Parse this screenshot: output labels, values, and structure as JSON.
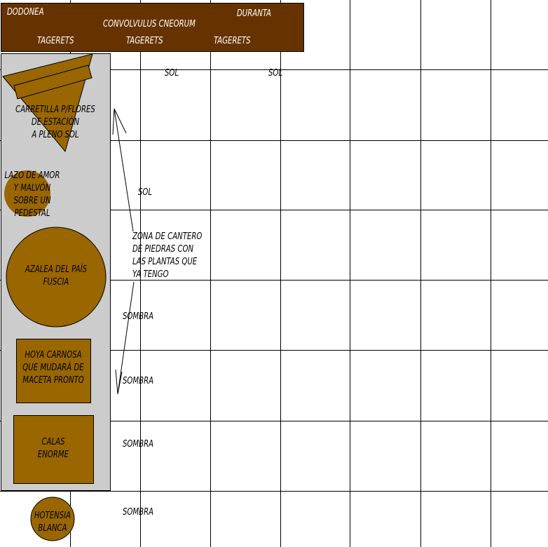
{
  "colors": {
    "header_fill": "#663300",
    "plant_fill": "#996600",
    "panel_fill": "#cccccc",
    "grid_stroke": "#000000",
    "header_text": "#ffffff",
    "text": "#000000"
  },
  "header": {
    "dodonea": "DODONEA",
    "convolvulus": "CONVOLVULUS CNEORUM",
    "duranta": "DURANTA",
    "tagerets_1": "TAGERETS",
    "tagerets_2": "TAGERETS",
    "tagerets_3": "TAGERETS"
  },
  "plants": {
    "carretilla": "CARRETILLA P/FLORES\nDE ESTACIÓN\nA PLENO SOL",
    "lazo": "LAZO DE AMOR\nY MALVÓN\nSOBRE UN\nPEDESTAL",
    "azalea": "AZALEA DEL PAÍS\nFUSCIA",
    "hoya": "HOYA CARNOSA\nQUE MUDARÁ DE\nMACETA PRONTO",
    "calas": "CALAS\nENORME",
    "hotensia": "HOTENSIA\nBLANCA"
  },
  "zone": {
    "label": "ZONA DE CANTERO\nDE PIEDRAS CON\nLAS PLANTAS QUE\nYA TENGO"
  },
  "light": {
    "sol_1": "SOL",
    "sol_2": "SOL",
    "sol_3": "SOL",
    "sombra_1": "SOMBRA",
    "sombra_2": "SOMBRA",
    "sombra_3": "SOMBRA",
    "sombra_4": "SOMBRA"
  }
}
